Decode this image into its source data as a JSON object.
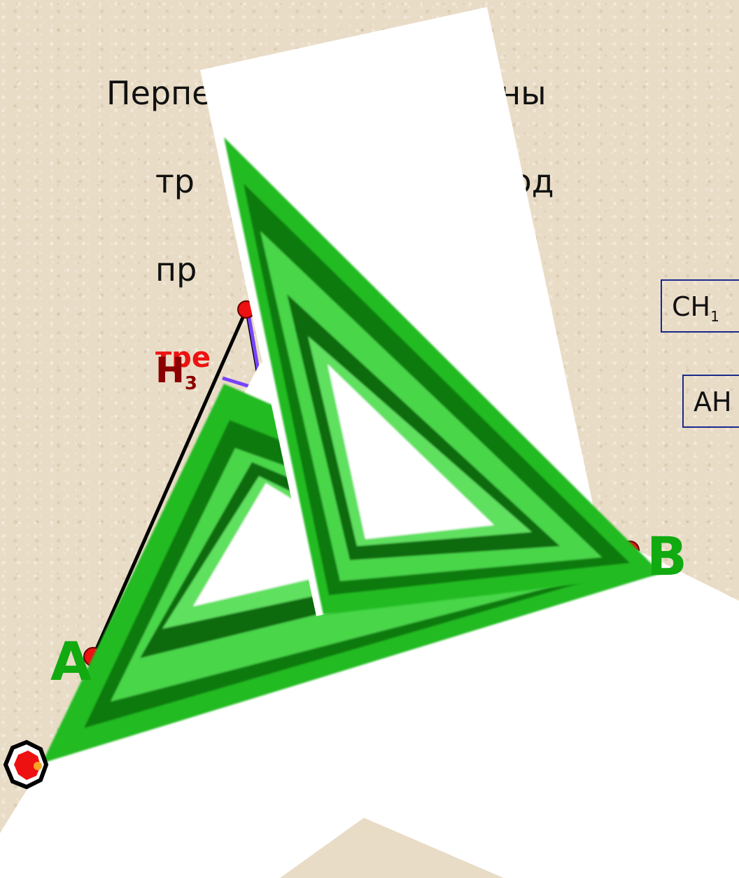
{
  "text": {
    "line1": "Перпенди        роведенны",
    "line2": "тр               прямой, сод",
    "line3": "пр               ю сторону",
    "line4": "тре"
  },
  "formulas": {
    "box1_prefix": "CH",
    "box1_sub": "1",
    "box2_prefix": "AH"
  },
  "labels": {
    "A": "A",
    "B": "B",
    "H3_letter": "H",
    "H3_sub": "3"
  },
  "colors": {
    "background": "#e9dcc6",
    "ruler_green": "#22bb22",
    "ruler_dark": "#0a6a0a",
    "vertex_red": "#ee1111",
    "vertex_label": "#11aa11",
    "h_label": "#8b0000",
    "altitude": "#7744ff",
    "accent_red": "#ee1111"
  },
  "icons": {
    "set_square_left": "set-square-icon",
    "set_square_right": "set-square-icon",
    "corner_button": "octagon-nav-icon"
  }
}
